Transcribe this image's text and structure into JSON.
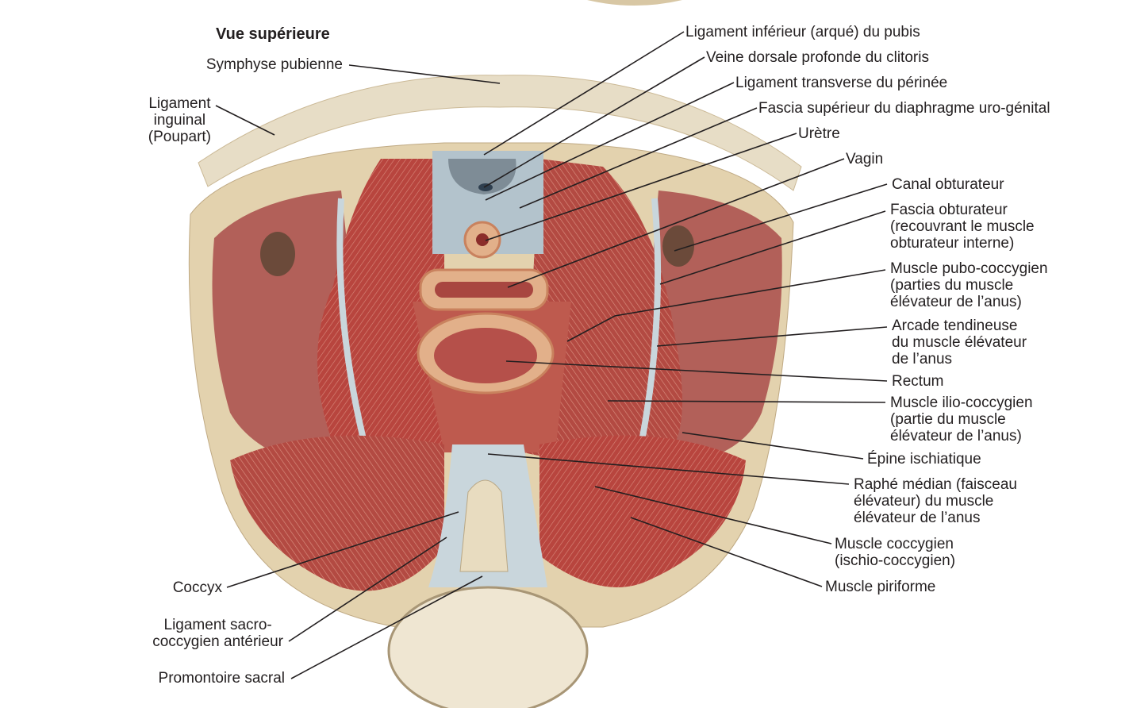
{
  "title": "Vue supérieure",
  "left_labels": {
    "symphyse": "Symphyse pubienne",
    "ligament_inguinal": [
      "Ligament",
      "inguinal",
      "(Poupart)"
    ],
    "coccyx": "Coccyx",
    "ligament_sacro": [
      "Ligament sacro-",
      "coccygien antérieur"
    ],
    "promontoire": "Promontoire sacral"
  },
  "right_labels": [
    [
      "Ligament inférieur (arqué) du pubis"
    ],
    [
      "Veine dorsale profonde du clitoris"
    ],
    [
      "Ligament transverse du périnée"
    ],
    [
      "Fascia supérieur du diaphragme uro-génital"
    ],
    [
      "Urètre"
    ],
    [
      "Vagin"
    ],
    [
      "Canal obturateur"
    ],
    [
      "Fascia obturateur",
      "(recouvrant le muscle",
      "obturateur interne)"
    ],
    [
      "Muscle pubo-coccygien",
      "(parties du muscle",
      "élévateur de l’anus)"
    ],
    [
      "Arcade tendineuse",
      "du muscle élévateur",
      "de l’anus"
    ],
    [
      "Rectum"
    ],
    [
      "Muscle ilio-coccygien",
      "(partie du muscle",
      "élévateur de l’anus)"
    ],
    [
      "Épine ischiatique"
    ],
    [
      "Raphé médian (faisceau",
      "élévateur) du muscle",
      "élévateur de l’anus"
    ],
    [
      "Muscle coccygien",
      "(ischio-coccygien)"
    ],
    [
      "Muscle piriforme"
    ]
  ],
  "colors": {
    "bone": "#e6d6b4",
    "muscle": "#b8453e",
    "fascia": "#c9d6dc",
    "line": "#231f20"
  }
}
